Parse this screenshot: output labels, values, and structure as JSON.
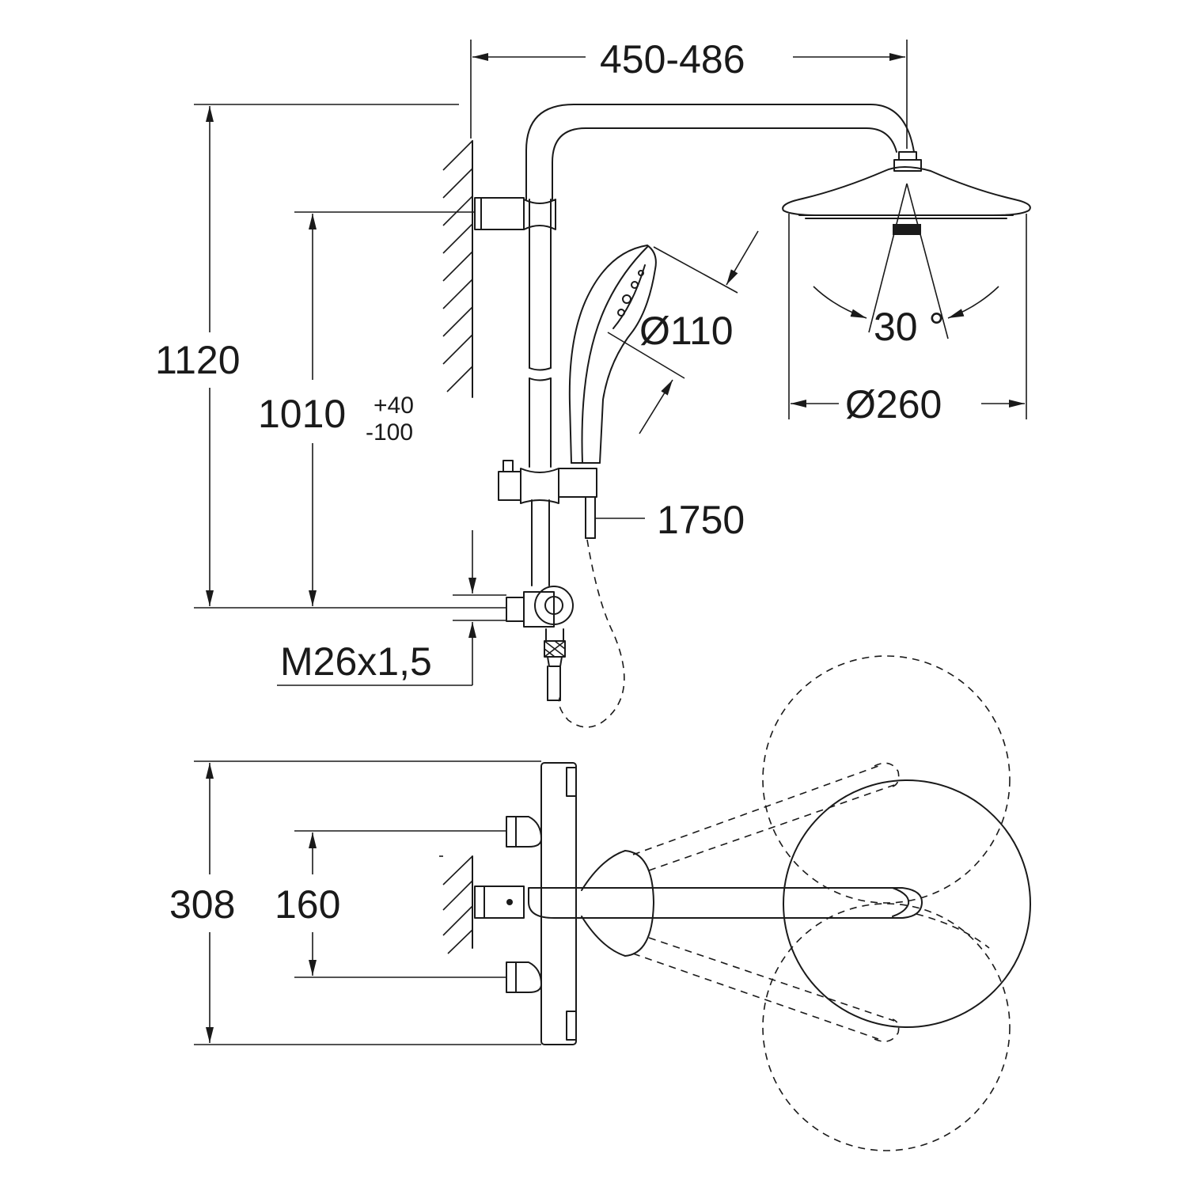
{
  "labels": {
    "width_arm": "450-486",
    "total_height": "1120",
    "adjust_height": "1010",
    "tol_plus": "+40",
    "tol_minus": "-100",
    "hand_shower_dia": "Ø110",
    "hose_length": "1750",
    "head_shower_dia": "Ø260",
    "spray_angle": "30 °",
    "thread": "M26x1,5",
    "mixer_depth": "308",
    "inlet_spacing": "160"
  }
}
